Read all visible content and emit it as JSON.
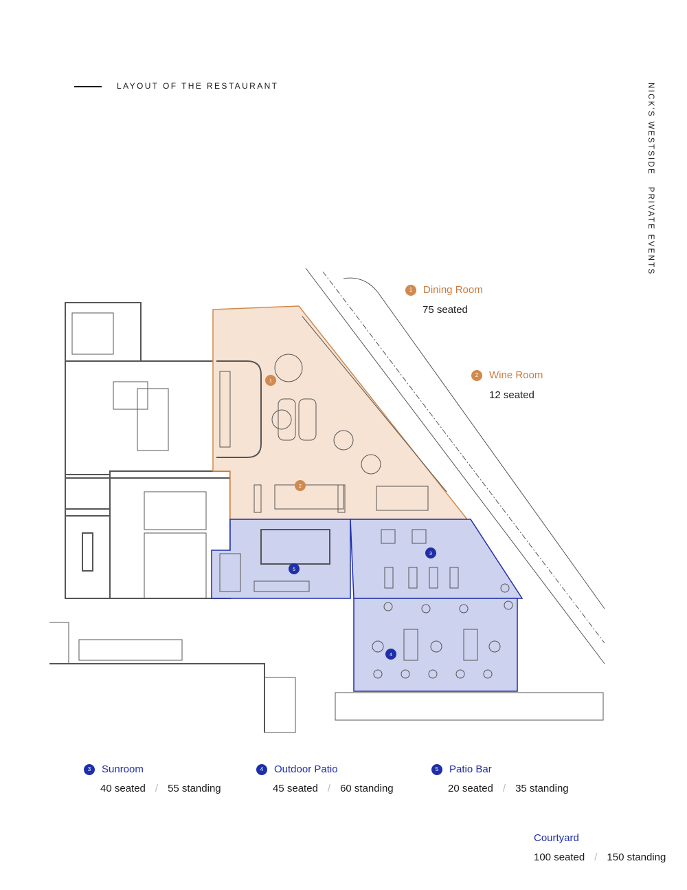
{
  "header": {
    "title": "LAYOUT OF THE RESTAURANT"
  },
  "side_title": "NICK'S WESTSIDE   PRIVATE EVENTS",
  "colors": {
    "orange": "#c87a3e",
    "blue": "#1f2fa8",
    "orange_fill": "#f7e3d3",
    "blue_fill": "#cdd2ee"
  },
  "rooms": {
    "dining": {
      "number": "1",
      "name": "Dining Room",
      "seated": "75 seated"
    },
    "wine": {
      "number": "2",
      "name": "Wine Room",
      "seated": "12 seated"
    },
    "sunroom": {
      "number": "3",
      "name": "Sunroom",
      "seated": "40 seated",
      "standing": "55 standing"
    },
    "patio": {
      "number": "4",
      "name": "Outdoor Patio",
      "seated": "45 seated",
      "standing": "60 standing"
    },
    "patio_bar": {
      "number": "5",
      "name": "Patio Bar",
      "seated": "20 seated",
      "standing": "35 standing"
    },
    "courtyard": {
      "name": "Courtyard",
      "seated": "100 seated",
      "standing": "150 standing"
    }
  },
  "plan_markers": [
    "1",
    "2",
    "3",
    "4",
    "5"
  ],
  "separator": "/"
}
